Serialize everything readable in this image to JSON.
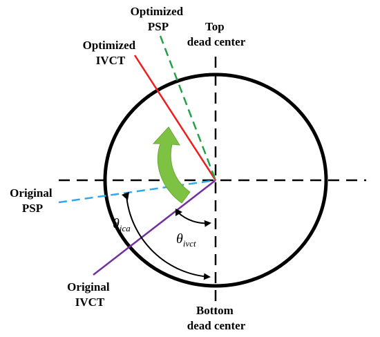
{
  "labels": {
    "optimized_psp": [
      "Optimized",
      "PSP"
    ],
    "top_dead_center": [
      "Top",
      "dead center"
    ],
    "optimized_ivct": [
      "Optimized",
      "IVCT"
    ],
    "original_psp": [
      "Original",
      "PSP"
    ],
    "original_ivct": [
      "Original",
      "IVCT"
    ],
    "bottom_dead_center": [
      "Bottom",
      "dead center"
    ]
  },
  "angles": {
    "theta": "θ",
    "ica_sub": "ica",
    "ivct_sub": "ivct"
  },
  "colors": {
    "optimized_ivct_line": "#ee1c1c",
    "optimized_psp_line": "#22a046",
    "original_psp_line": "#2fa9e8",
    "original_ivct_line": "#7030a0",
    "rotation_arrow": "#7dc242",
    "outline": "#000000"
  }
}
